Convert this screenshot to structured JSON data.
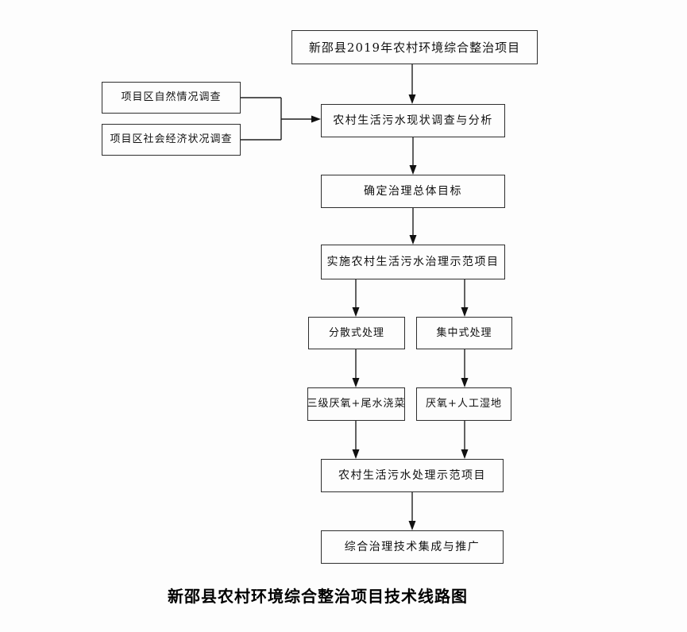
{
  "flowchart": {
    "nodes": {
      "project_title": "新邵县2019年农村环境综合整治项目",
      "natural_survey": "项目区自然情况调查",
      "socioeconomic_survey": "项目区社会经济状况调查",
      "status_analysis": "农村生活污水现状调查与分析",
      "overall_goal": "确定治理总体目标",
      "implement_demo": "实施农村生活污水治理示范项目",
      "decentralized": "分散式处理",
      "centralized": "集中式处理",
      "three_stage_anaerobic": "三级厌氧+尾水浇菜",
      "anaerobic_wetland": "厌氧+人工湿地",
      "treatment_demo": "农村生活污水处理示范项目",
      "promotion": "综合治理技术集成与推广"
    },
    "caption": "新邵县农村环境综合整治项目技术线路图",
    "colors": {
      "line": "#1f1f1f",
      "box_border": "#2e2e2e",
      "background": "#fdfdfd",
      "text": "#111111"
    }
  }
}
